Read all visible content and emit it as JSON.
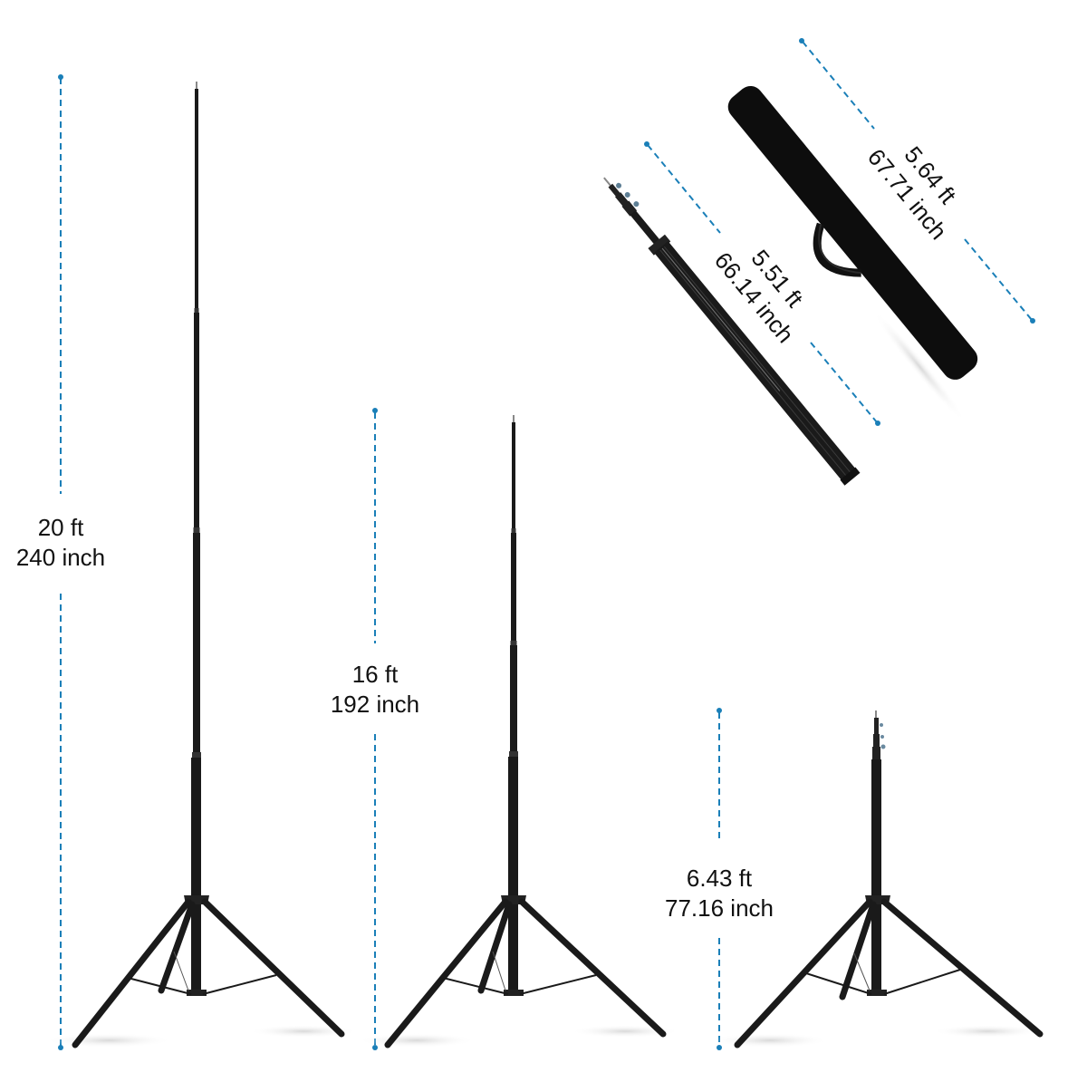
{
  "colors": {
    "dimension_line": "#1a7fb8",
    "stand": "#1a1a1a",
    "text": "#111111",
    "background": "#ffffff"
  },
  "measurements": [
    {
      "id": "stand-max-20ft",
      "feet": "20 ft",
      "inches": "240 inch",
      "orientation": "vertical"
    },
    {
      "id": "stand-max-16ft",
      "feet": "16 ft",
      "inches": "192 inch",
      "orientation": "vertical"
    },
    {
      "id": "stand-min",
      "feet": "6.43 ft",
      "inches": "77.16 inch",
      "orientation": "vertical"
    },
    {
      "id": "stand-folded",
      "feet": "5.51 ft",
      "inches": "66.14 inch",
      "orientation": "diagonal"
    },
    {
      "id": "carry-bag",
      "feet": "5.64 ft",
      "inches": "67.71 inch",
      "orientation": "diagonal"
    }
  ]
}
